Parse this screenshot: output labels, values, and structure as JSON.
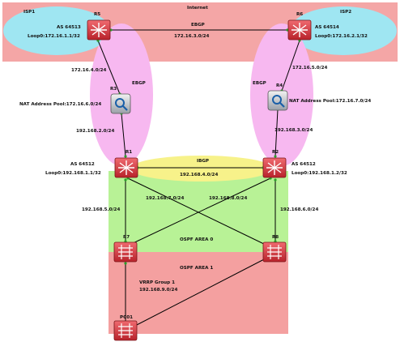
{
  "regions": {
    "internet": "Internet",
    "isp1": "ISP1",
    "isp2": "ISP2",
    "area0": "OSPF AREA 0",
    "area1": "OSPF AREA 1",
    "ibgp": "IBGP"
  },
  "routers": {
    "r5": "R5",
    "r6": "R6",
    "r3": "R3",
    "r4": "R4",
    "r1": "R1",
    "r2": "R2",
    "r7": "R7",
    "r8": "R8",
    "pc": "PC01"
  },
  "labels": {
    "as64513": "AS 64513",
    "r5_loop": "Loop0:172.16.1.1/32",
    "as64514": "AS 64514",
    "r6_loop": "Loop0:172.16.2.1/32",
    "ebgp_top": "EBGP",
    "net_r5r6": "172.16.3.0/24",
    "net_r5r3": "172.16.4.0/24",
    "net_r6r4": "172.16.5.0/24",
    "ebgp_left": "EBGP",
    "ebgp_right": "EBGP",
    "nat_left": "NAT Address Pool:172.16.6.0/24",
    "nat_right": "NAT Address Pool:172.16.7.0/24",
    "net_r3r1": "192.168.2.0/24",
    "net_r4r2": "192.168.3.0/24",
    "as64512_left": "AS 64512",
    "r1_loop": "Loop0:192.168.1.1/32",
    "as64512_right": "AS 64512",
    "r2_loop": "Loop0:192.168.1.2/32",
    "net_r1r2": "192.168.4.0/24",
    "net_r1r8": "192.168.7.0/24",
    "net_r2r7": "192.168.8.0/24",
    "net_r1r7": "192.168.5.0/24",
    "net_r2r8": "192.168.6.0/24",
    "vrrp": "VRRP Group 1",
    "net_vrrp": "192.168.9.0/24"
  },
  "colors": {
    "internet_bg": "#f4a6a6",
    "isp_bg": "#9fe6f2",
    "ebgp_bg": "#f7b8f0",
    "area0_bg": "#b8f296",
    "area1_bg": "#f4a0a0",
    "ibgp_bg": "#f7f28a",
    "router": "#d9363e",
    "switch": "#d9363e",
    "link": "#1a7a1a"
  }
}
